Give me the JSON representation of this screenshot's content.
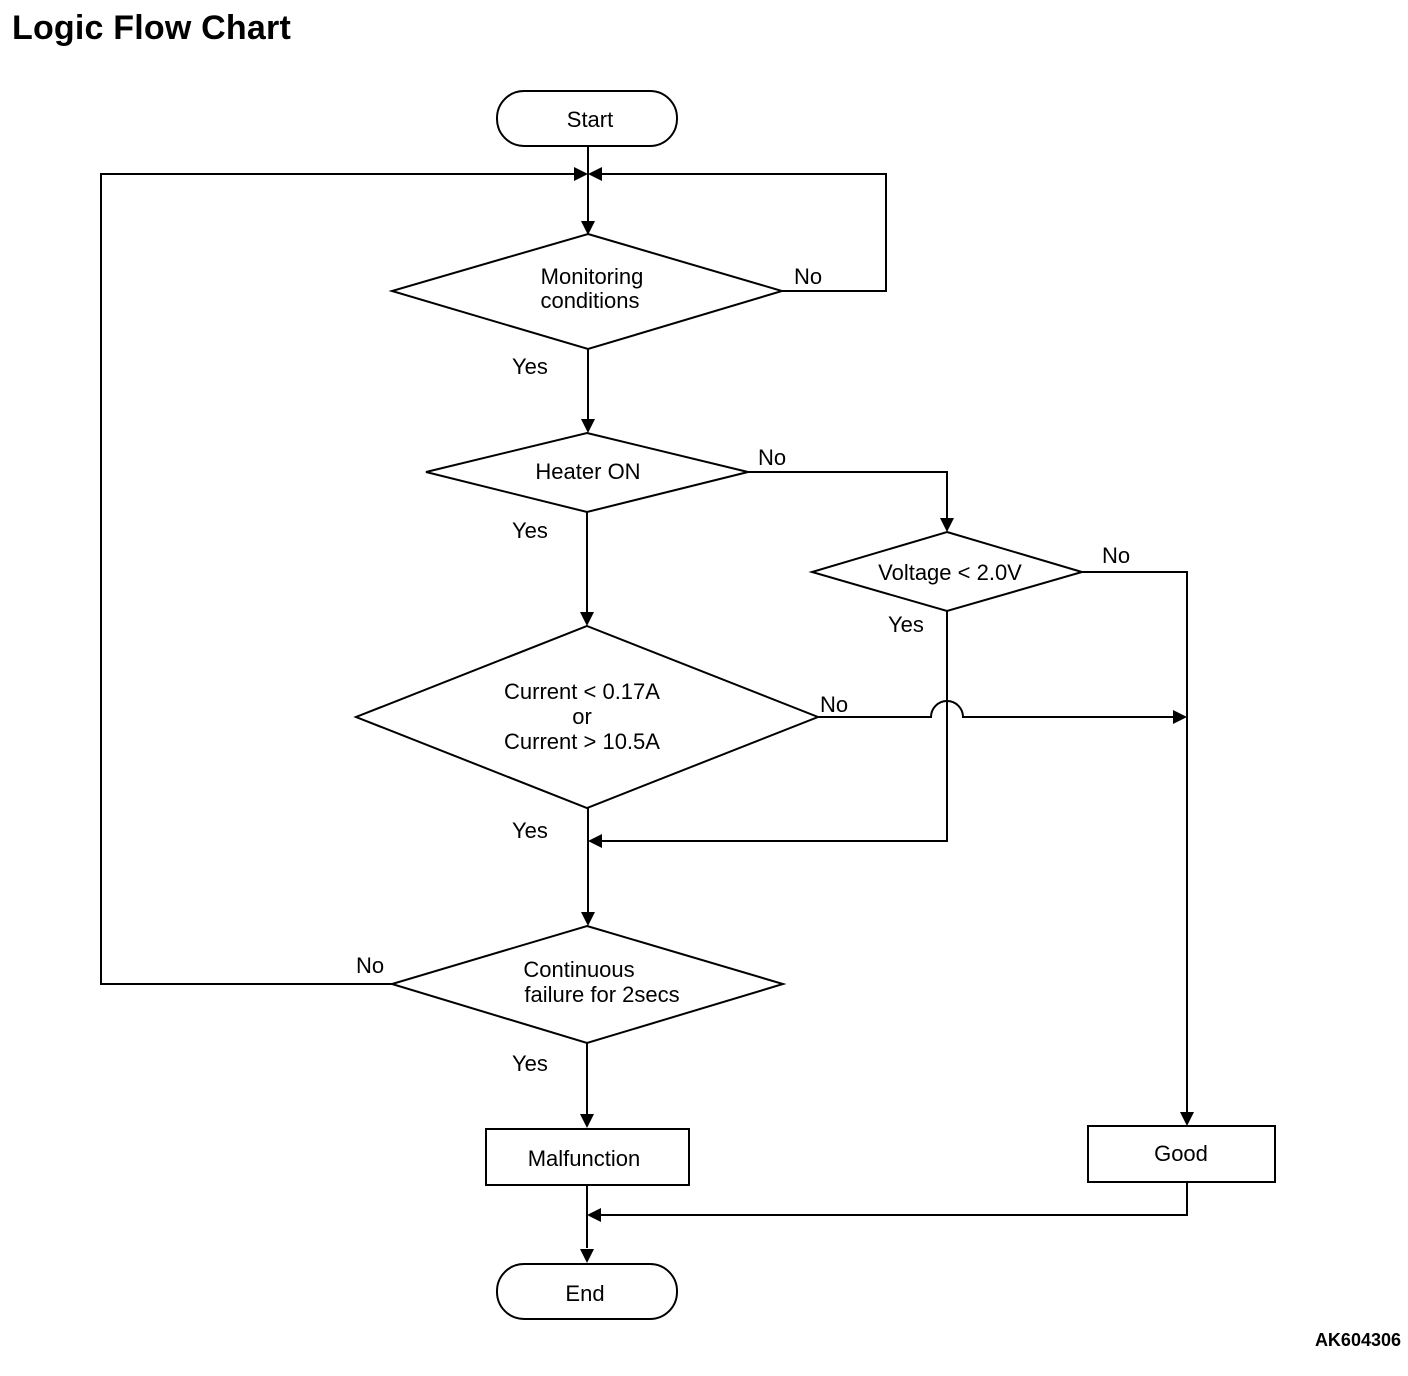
{
  "title": "Logic Flow Chart",
  "figure_id": "AK604306",
  "nodes": {
    "start": "Start",
    "monitoring": [
      "Monitoring",
      "conditions"
    ],
    "heater": "Heater ON",
    "voltage": "Voltage < 2.0V",
    "current": [
      "Current < 0.17A",
      "or",
      "Current > 10.5A"
    ],
    "continuous": [
      "Continuous",
      "failure for 2secs"
    ],
    "malfunction": "Malfunction",
    "good": "Good",
    "end": "End"
  },
  "edge_labels": {
    "monitoring_no": "No",
    "monitoring_yes": "Yes",
    "heater_no": "No",
    "heater_yes": "Yes",
    "voltage_no": "No",
    "voltage_yes": "Yes",
    "current_no": "No",
    "current_yes": "Yes",
    "continuous_no": "No",
    "continuous_yes": "Yes"
  }
}
